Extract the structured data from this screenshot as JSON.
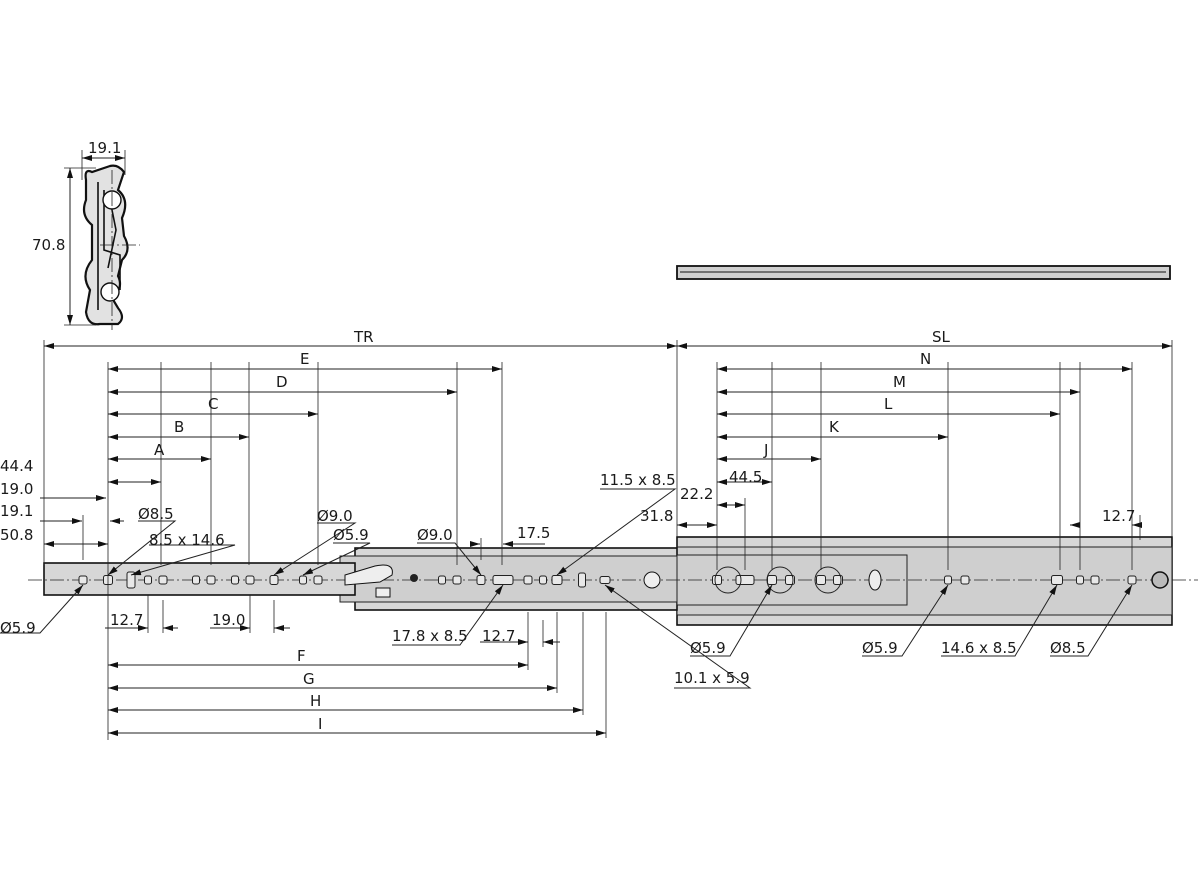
{
  "profile": {
    "width_label": "19.1",
    "height_label": "70.8"
  },
  "top_dims": {
    "tr": "TR",
    "sl": "SL",
    "e": "E",
    "d": "D",
    "c": "C",
    "b": "B",
    "a": "A",
    "d44_4": "44.4",
    "d19_0": "19.0",
    "d19_1": "19.1",
    "d50_8": "50.8",
    "n": "N",
    "m": "M",
    "l": "L",
    "k": "K",
    "j": "J",
    "d44_5": "44.5",
    "d22_2": "22.2",
    "d31_8": "31.8",
    "d12_7r": "12.7",
    "d17_5": "17.5"
  },
  "hole_labels": {
    "o5_9_left": "Ø5.9",
    "o8_5_left": "Ø8.5",
    "slot_8_5x14_6": "8.5 x 14.6",
    "o9_0_a": "Ø9.0",
    "o5_9_b": "Ø5.9",
    "o9_0_b": "Ø9.0",
    "slot_11_5x8_5": "11.5 x 8.5",
    "slot_17_8x8_5": "17.8 x 8.5",
    "slot_10_1x5_9": "10.1 x 5.9",
    "o5_9_c": "Ø5.9",
    "o5_9_d": "Ø5.9",
    "slot_14_6x8_5": "14.6 x 8.5",
    "o8_5_right": "Ø8.5"
  },
  "bottom_dims": {
    "d12_7a": "12.7",
    "d19_0b": "19.0",
    "d12_7b": "12.7",
    "f": "F",
    "g": "G",
    "h": "H",
    "i": "I"
  }
}
